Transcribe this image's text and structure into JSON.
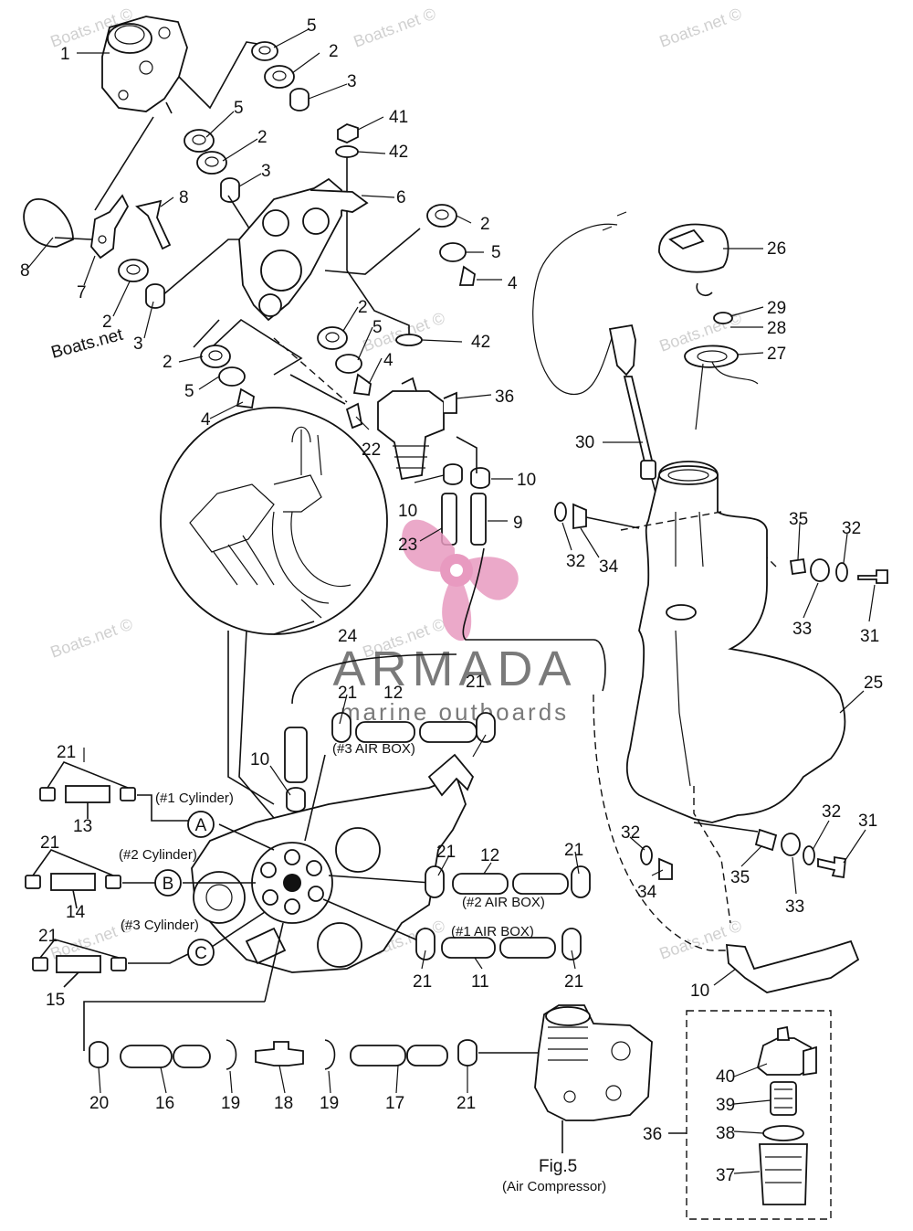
{
  "watermarks": {
    "site": "Boats.net ©",
    "site_plain": "Boats.net"
  },
  "logo": {
    "name": "ARMADA",
    "tagline": "marine outboards",
    "color_pink": "#e89ac0",
    "color_gray": "#7a7a7a"
  },
  "callouts": {
    "n1": "1",
    "n2": "2",
    "n3": "3",
    "n4": "4",
    "n5": "5",
    "n6": "6",
    "n7": "7",
    "n8": "8",
    "n9": "9",
    "n10": "10",
    "n11": "11",
    "n12": "12",
    "n13": "13",
    "n14": "14",
    "n15": "15",
    "n16": "16",
    "n17": "17",
    "n18": "18",
    "n19": "19",
    "n20": "20",
    "n21": "21",
    "n22": "22",
    "n23": "23",
    "n24": "24",
    "n25": "25",
    "n26": "26",
    "n27": "27",
    "n28": "28",
    "n29": "29",
    "n30": "30",
    "n31": "31",
    "n32": "32",
    "n33": "33",
    "n34": "34",
    "n35": "35",
    "n36": "36",
    "n37": "37",
    "n38": "38",
    "n39": "39",
    "n40": "40",
    "n41": "41",
    "n42": "42"
  },
  "labels": {
    "cyl1": "(#1 Cylinder)",
    "cyl2": "(#2 Cylinder)",
    "cyl3": "(#3 Cylinder)",
    "airbox1": "(#1 AIR BOX)",
    "airbox2": "(#2 AIR BOX)",
    "airbox3": "(#3 AIR BOX)",
    "circ_a": "A",
    "circ_b": "B",
    "circ_c": "C",
    "fig": "Fig.5",
    "fig_caption": "(Air Compressor)"
  }
}
